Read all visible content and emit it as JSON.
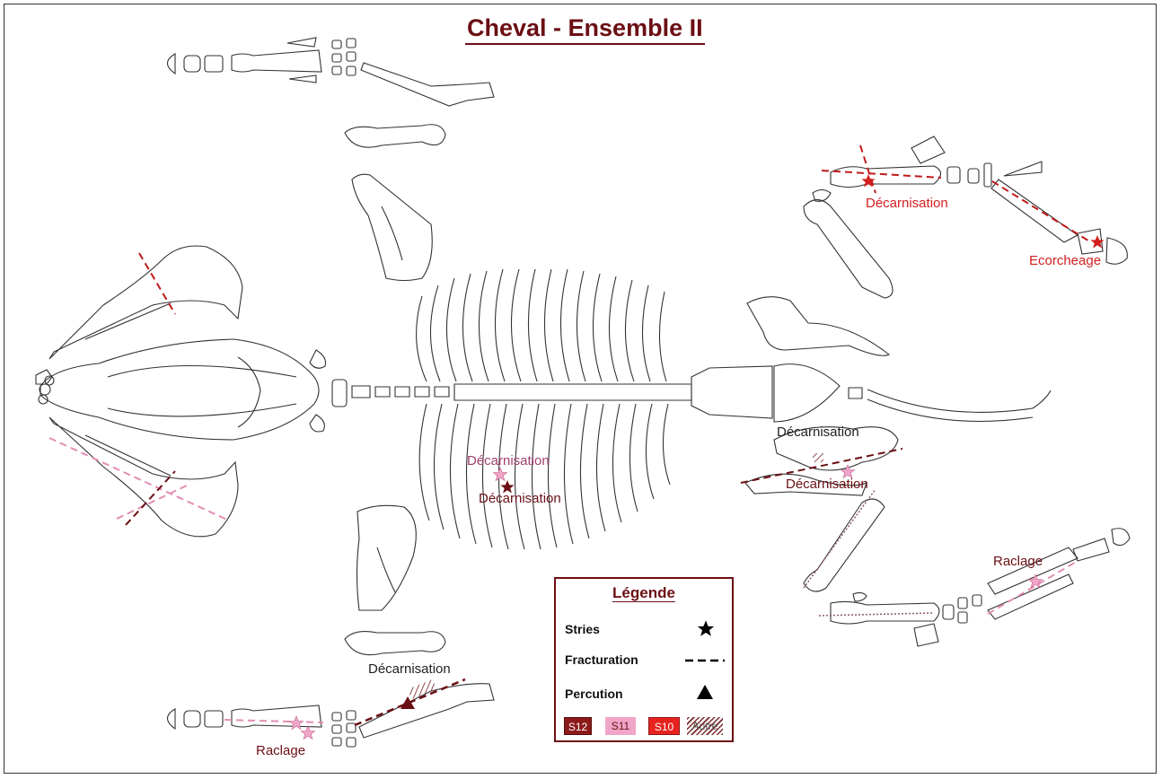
{
  "title": "Cheval - Ensemble II",
  "annotations": {
    "decarnisation_hind_right": "Décarnisation",
    "ecorcheage": "Ecorcheage",
    "decarnisation_rib_s11": "Décarnisation",
    "decarnisation_rib_s12": "Décarnisation",
    "decarnisation_pelvis_dark": "Décarnisation",
    "decarnisation_pelvis_s11": "Décarnisation",
    "raclage_hind_lower": "Raclage",
    "decarnisation_fore_lower": "Décarnisation",
    "raclage_fore_lower": "Raclage"
  },
  "legend": {
    "title": "Légende",
    "items": [
      {
        "label": "Stries",
        "symbol": "star"
      },
      {
        "label": "Fracturation",
        "symbol": "dashed-line"
      },
      {
        "label": "Percution",
        "symbol": "triangle"
      }
    ],
    "swatches": [
      {
        "label": "S12",
        "color": "#8b1a1a",
        "text_color": "#ffffff"
      },
      {
        "label": "S11",
        "color": "#f0a6c8",
        "text_color": "#6b0f14"
      },
      {
        "label": "S10",
        "color": "#e8231f",
        "text_color": "#ffffff"
      },
      {
        "label": "Autre",
        "color": "hatched",
        "text_color": "#555555"
      }
    ]
  },
  "colors": {
    "s12": "#6b0f14",
    "s11": "#e28db4",
    "s10": "#d21e1e",
    "bone_outline": "#333333"
  }
}
